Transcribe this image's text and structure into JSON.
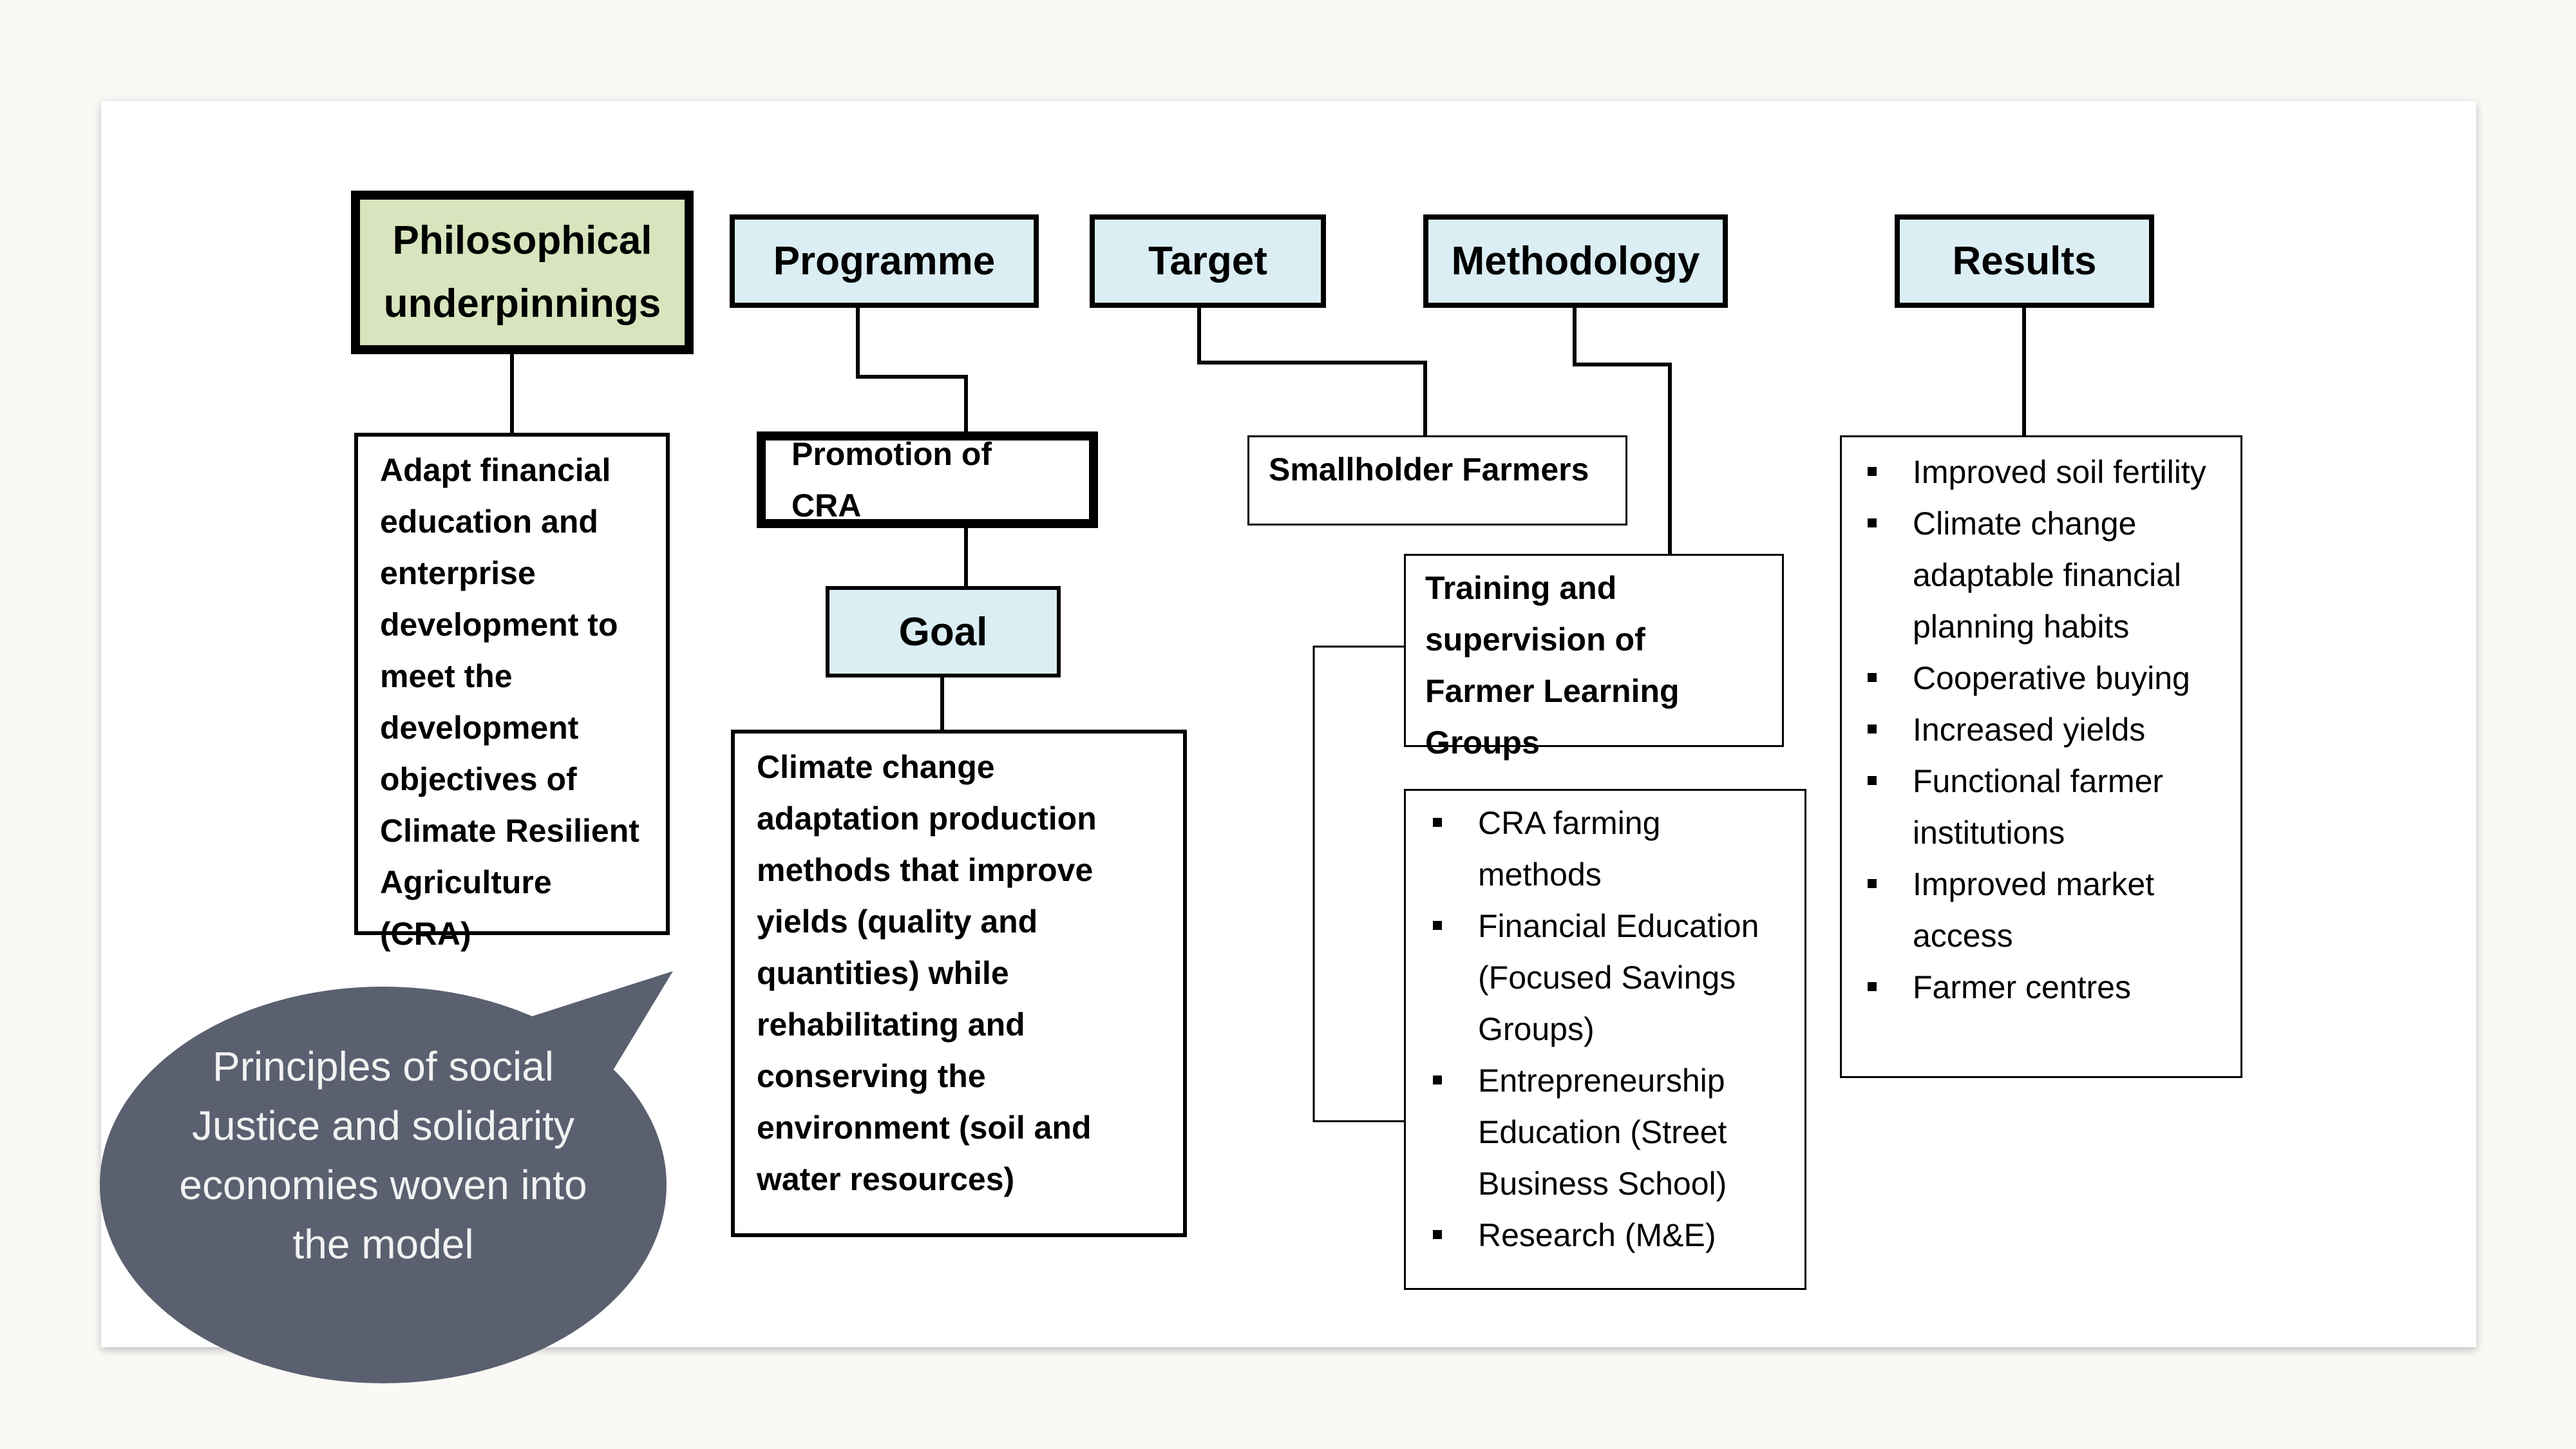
{
  "headers": {
    "philosophical": "Philosophical underpinnings",
    "programme": "Programme",
    "target": "Target",
    "methodology": "Methodology",
    "results": "Results",
    "goal": "Goal"
  },
  "boxes": {
    "philosophical_text": "Adapt financial education and enterprise development to meet the development objectives of Climate Resilient Agriculture (CRA)",
    "promotion": "Promotion of CRA",
    "goal_text": "Climate change adaptation production methods that improve yields (quality and quantities) while rehabilitating and conserving the environment (soil and water resources)",
    "target_text": "Smallholder Farmers",
    "training": "Training and supervision of Farmer Learning Groups"
  },
  "methods": [
    "CRA farming methods",
    "Financial Education (Focused Savings Groups)",
    "Entrepreneurship Education (Street Business School)",
    "Research (M&E)"
  ],
  "results": [
    "Improved soil fertility",
    "Climate change adaptable financial planning habits",
    "Cooperative buying",
    "Increased yields",
    "Functional farmer institutions",
    "Improved market access",
    "Farmer centres"
  ],
  "callout": "Principles of social Justice and solidarity economies woven into the model",
  "colors": {
    "header_blue": "#daeef3",
    "header_green": "#d7e4bd",
    "callout_fill": "#5b6070",
    "callout_text": "#f2f2f2"
  }
}
